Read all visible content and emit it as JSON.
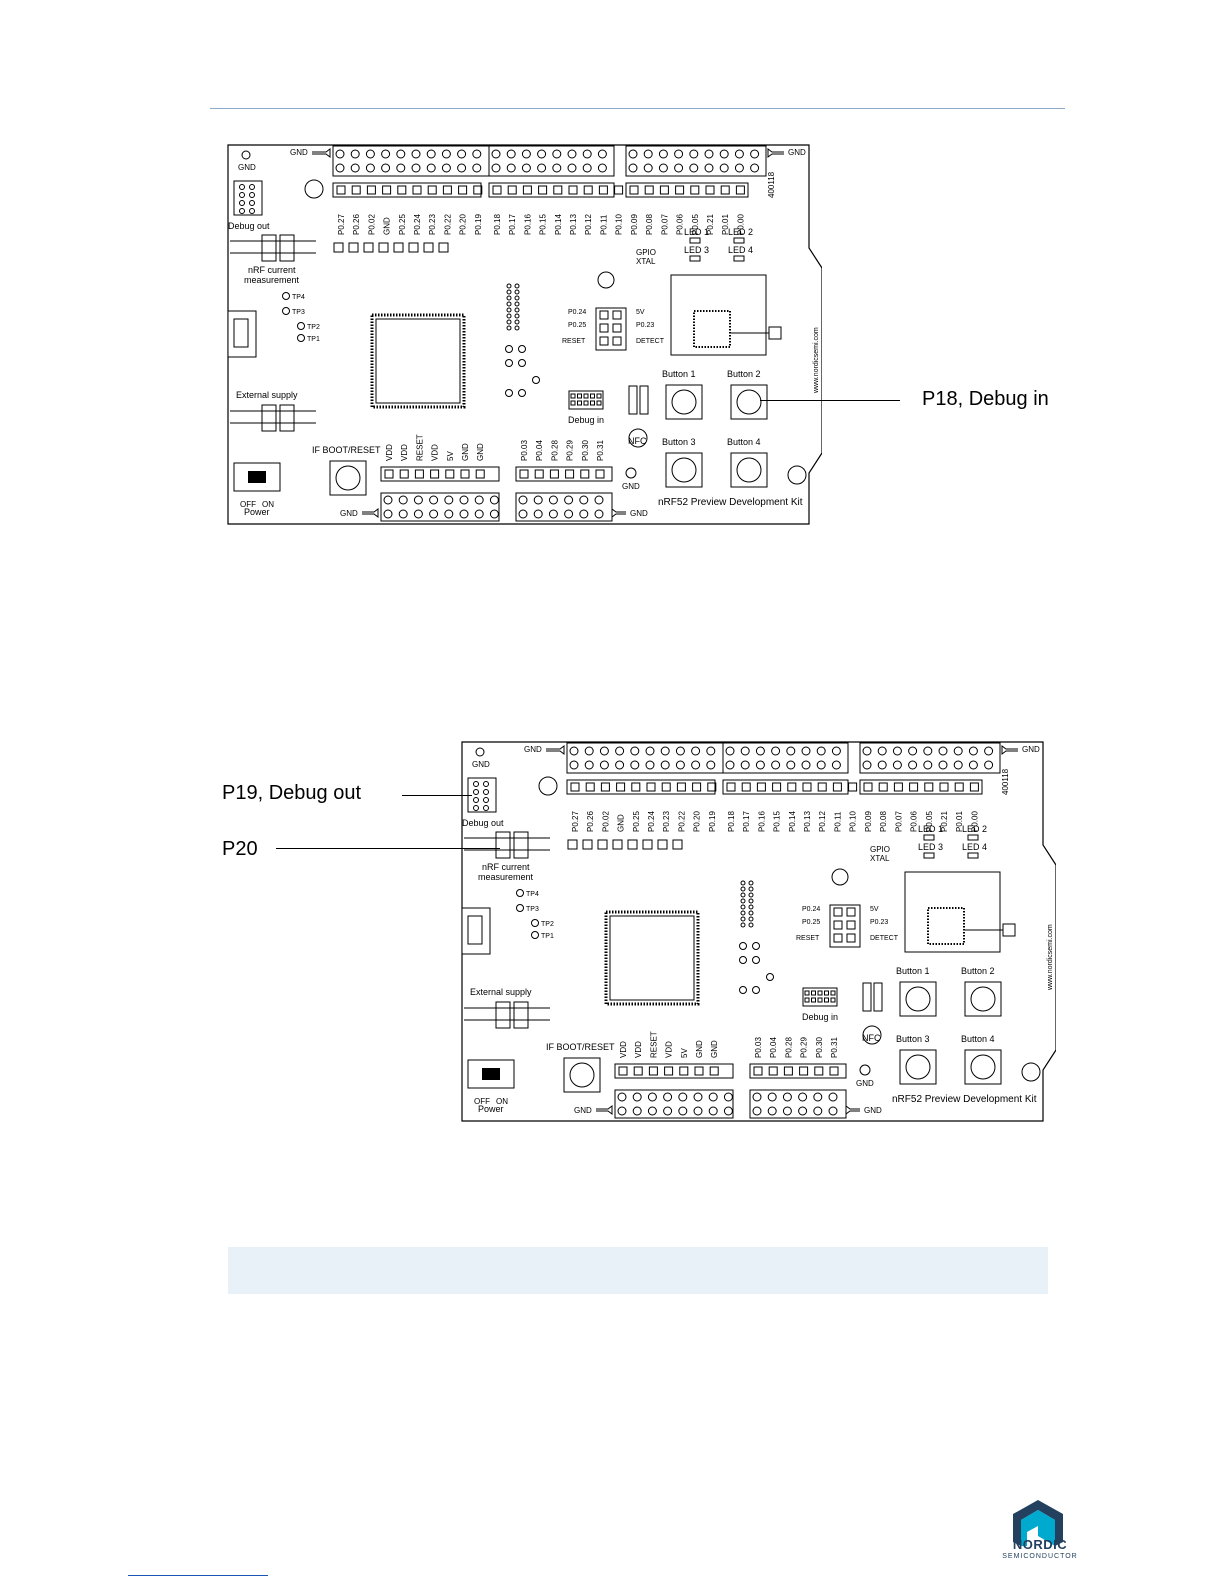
{
  "callouts": {
    "debug_in": "P18, Debug in",
    "debug_out": "P19, Debug out",
    "p20": "P20"
  },
  "board": {
    "title": "nRF52 Preview Development Kit",
    "gnd": "GND",
    "debug_out": "Debug out",
    "debug_in": "Debug in",
    "nrf_current": "nRF current",
    "measurement": "measurement",
    "external_supply": "External supply",
    "power": "Power",
    "off": "OFF",
    "on": "ON",
    "if_boot_reset": "IF BOOT/RESET",
    "nfc": "NFC",
    "gpio": "GPIO",
    "xtal": "XTAL",
    "website": "www.nordicsemi.com",
    "part_no": "400118",
    "button_labels": [
      "Button 1",
      "Button 2",
      "Button 3",
      "Button 4"
    ],
    "led_labels": [
      "LED 1",
      "LED 2",
      "LED 3",
      "LED 4"
    ],
    "top_pins": [
      "P0.27",
      "P0.26",
      "P0.02",
      "GND",
      "P0.25",
      "P0.24",
      "P0.23",
      "P0.22",
      "P0.20",
      "P0.19",
      "P0.18",
      "P0.17",
      "P0.16",
      "P0.15",
      "P0.14",
      "P0.13",
      "P0.12",
      "P0.11",
      "P0.10",
      "P0.09",
      "P0.08",
      "P0.07",
      "P0.06",
      "P0.05",
      "P0.21",
      "P0.01",
      "P0.00"
    ],
    "bottom_left_pins": [
      "VDD",
      "VDD",
      "RESET",
      "VDD",
      "5V",
      "GND",
      "GND"
    ],
    "bottom_right_pins": [
      "P0.03",
      "P0.04",
      "P0.28",
      "P0.29",
      "P0.30",
      "P0.31"
    ],
    "p5_labels": [
      "P0.24",
      "P0.25",
      "RESET",
      "5V",
      "P0.23",
      "DETECT"
    ],
    "tp_labels": [
      "TP4",
      "TP3",
      "TP2",
      "TP1"
    ]
  },
  "brand": {
    "name": "NORDIC",
    "sub": "SEMICONDUCTOR",
    "color": "#00a9ce",
    "dark": "#23405f"
  }
}
